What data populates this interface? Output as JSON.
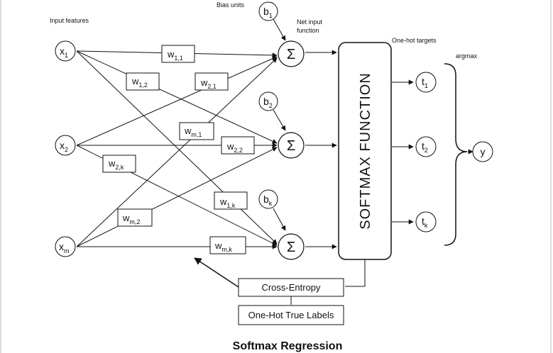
{
  "header_labels": {
    "input_features": "Input features",
    "bias_units": "Bias units",
    "net_input_line1": "Net input",
    "net_input_line2": "function",
    "one_hot_targets": "One-hot targets",
    "argmax": "argmax"
  },
  "inputs": [
    {
      "base": "x",
      "sub": "1"
    },
    {
      "base": "x",
      "sub": "2"
    },
    {
      "base": "x",
      "sub": "m"
    }
  ],
  "biases": [
    {
      "base": "b",
      "sub": "1"
    },
    {
      "base": "b",
      "sub": "2"
    },
    {
      "base": "b",
      "sub": "k"
    }
  ],
  "sum_symbol": "Σ",
  "weights": [
    {
      "base": "w",
      "sub": "1,1"
    },
    {
      "base": "w",
      "sub": "1,2"
    },
    {
      "base": "w",
      "sub": "2,1"
    },
    {
      "base": "w",
      "sub": "m,1"
    },
    {
      "base": "w",
      "sub": "2,2"
    },
    {
      "base": "w",
      "sub": "2,k"
    },
    {
      "base": "w",
      "sub": "1,k"
    },
    {
      "base": "w",
      "sub": "m,2"
    },
    {
      "base": "w",
      "sub": "m,k"
    }
  ],
  "softmax_label": "SOFTMAX FUNCTION",
  "targets": [
    {
      "base": "t",
      "sub": "1"
    },
    {
      "base": "t",
      "sub": "2"
    },
    {
      "base": "t",
      "sub": "k"
    }
  ],
  "output": "y",
  "cross_entropy": "Cross-Entropy",
  "true_labels": "One-Hot True Labels",
  "title": "Softmax Regression"
}
